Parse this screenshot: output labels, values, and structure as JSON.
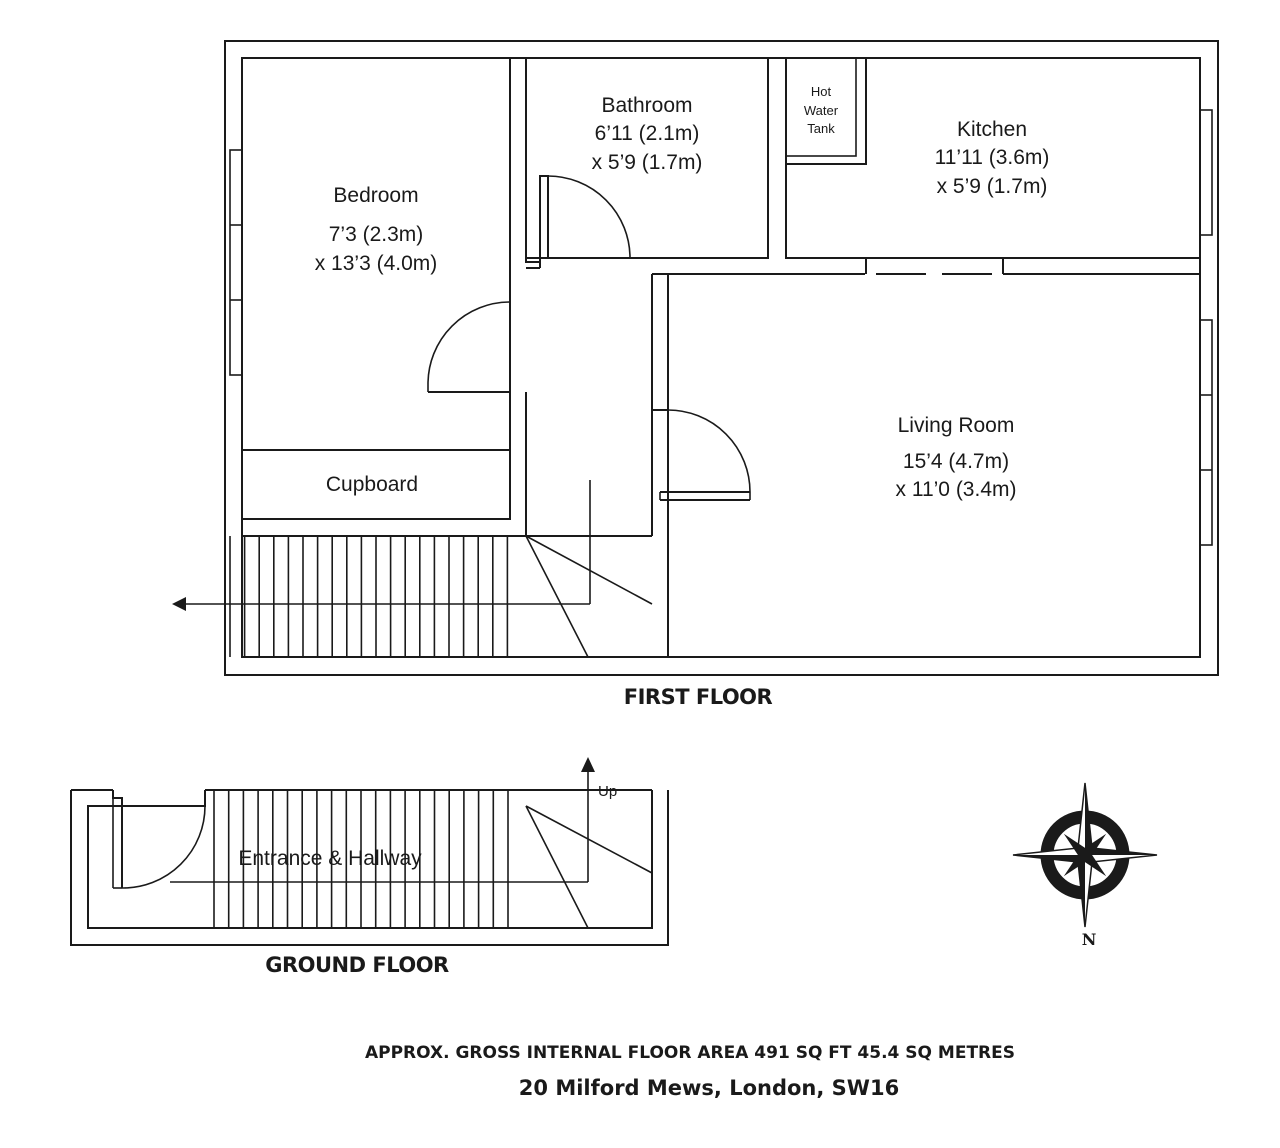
{
  "first_floor": {
    "title": "FIRST FLOOR",
    "rooms": {
      "bedroom": {
        "name": "Bedroom",
        "dim1": "7’3 (2.3m)",
        "dim2": "x 13’3 (4.0m)"
      },
      "bathroom": {
        "name": "Bathroom",
        "dim1": "6’11 (2.1m)",
        "dim2": "x 5’9 (1.7m)"
      },
      "hot_water_tank": {
        "line1": "Hot",
        "line2": "Water",
        "line3": "Tank"
      },
      "kitchen": {
        "name": "Kitchen",
        "dim1": "11’11 (3.6m)",
        "dim2": "x 5’9 (1.7m)"
      },
      "living_room": {
        "name": "Living Room",
        "dim1": "15’4 (4.7m)",
        "dim2": "x 11’0 (3.4m)"
      },
      "cupboard": {
        "name": "Cupboard"
      }
    }
  },
  "ground_floor": {
    "title": "GROUND FLOOR",
    "rooms": {
      "entrance": {
        "name": "Entrance & Hallway"
      }
    },
    "stair_label": "Up"
  },
  "compass": {
    "north_label": "N"
  },
  "footer": {
    "area": "APPROX. GROSS INTERNAL FLOOR AREA 491 SQ FT 45.4 SQ METRES",
    "address": "20 Milford Mews, London, SW16"
  }
}
